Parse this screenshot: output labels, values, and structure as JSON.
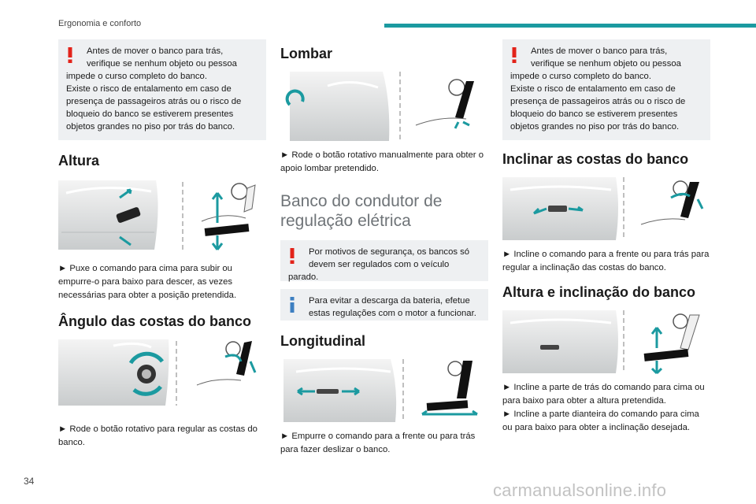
{
  "header": {
    "title": "Ergonomia e conforto"
  },
  "page_number": "34",
  "watermark": "carmanualsonline.info",
  "colors": {
    "accent": "#1b9aa0",
    "warning": "#e2231a",
    "info": "#3d7fc1",
    "note_bg": "#eef0f2"
  },
  "col1": {
    "warning": {
      "line1": "Antes de mover o banco para trás,",
      "line2": "verifique se nenhum objeto ou pessoa",
      "rest": "impede o curso completo do banco.",
      "para2": "Existe o risco de entalamento em caso de presença de passageiros atrás ou o risco de bloqueio do banco se estiverem presentes objetos grandes no piso por trás do banco."
    },
    "altura": {
      "title": "Altura",
      "text": "► Puxe o comando para cima para subir ou empurre-o para baixo para descer, as vezes necessárias para obter a posição pretendida."
    },
    "angulo": {
      "title": "Ângulo das costas do banco",
      "text": "► Rode o botão rotativo para regular as costas do banco."
    }
  },
  "col2": {
    "lombar": {
      "title": "Lombar",
      "text": "► Rode o botão rotativo manualmente para obter o apoio lombar pretendido."
    },
    "eletrico": {
      "title": "Banco do condutor de regulação elétrica"
    },
    "warning": {
      "line1": "Por motivos de segurança, os bancos só",
      "line2": "devem ser regulados com o veículo",
      "rest": "parado."
    },
    "info": {
      "line1": "Para evitar a descarga da bateria, efetue",
      "line2": "estas regulações com o motor a funcionar."
    },
    "longitudinal": {
      "title": "Longitudinal",
      "text": "► Empurre o comando para a frente ou para trás para fazer deslizar o banco."
    }
  },
  "col3": {
    "warning": {
      "line1": "Antes de mover o banco para trás,",
      "line2": "verifique se nenhum objeto ou pessoa",
      "rest": "impede o curso completo do banco.",
      "para2": "Existe o risco de entalamento em caso de presença de passageiros atrás ou o risco de bloqueio do banco se estiverem presentes objetos grandes no piso por trás do banco."
    },
    "inclinar": {
      "title": "Inclinar as costas do banco",
      "text": "► Incline o comando para a frente ou para trás para regular a inclinação das costas do banco."
    },
    "altura_inclinacao": {
      "title": "Altura e inclinação do banco",
      "text1": "► Incline a parte de trás do comando para cima ou para baixo para obter a altura pretendida.",
      "text2": "► Incline a parte dianteira do comando para cima ou para baixo para obter a inclinação desejada."
    }
  }
}
